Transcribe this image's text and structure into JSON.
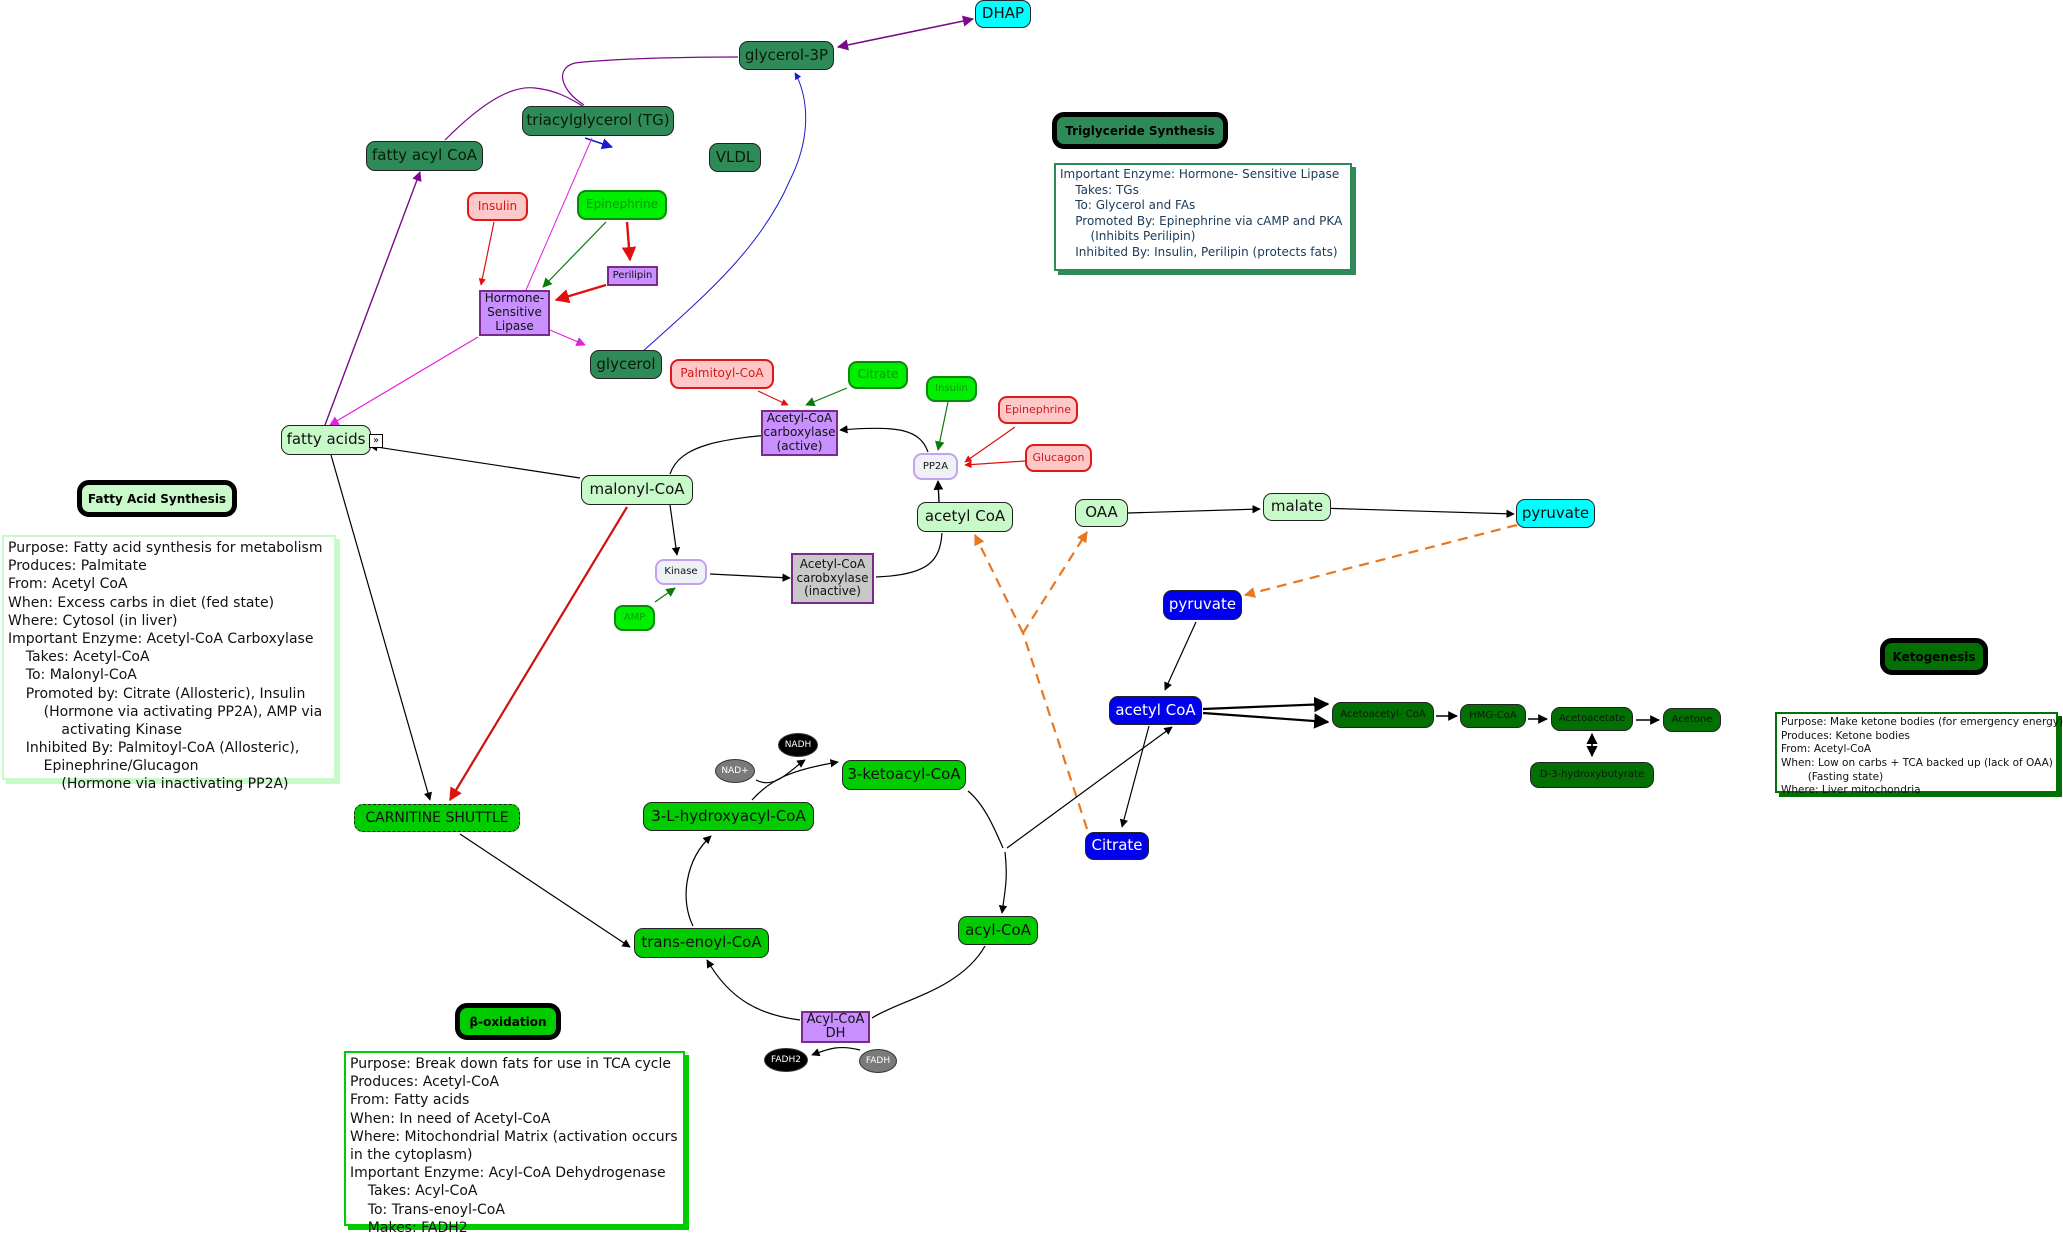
{
  "colors": {
    "dark_green": "#2e8b57",
    "cyan": "#00ffff",
    "pale_green": "#c8f9c8",
    "pink": "#ffc8c8",
    "lime": "#00ee00",
    "purple": "#c890ff",
    "blue": "#0000ee",
    "green": "#00cc00",
    "keto_green": "#037003",
    "orange_dashed": "#e87722"
  },
  "nodes": {
    "dhap": "DHAP",
    "glycerol_3p": "glycerol-3P",
    "triacylglycerol": "triacylglycerol (TG)",
    "fatty_acyl_coa": "fatty acyl CoA",
    "vldl": "VLDL",
    "insulin_hsl": "Insulin",
    "epinephrine_hsl": "Epinephrine",
    "perilipin": "Perilipin",
    "hsl": "Hormone-\nSensitive\nLipase",
    "glycerol": "glycerol",
    "palmitoyl_coa": "Palmitoyl-CoA",
    "citrate_reg": "Citrate",
    "insulin_pp2a": "Insulin",
    "epinephrine_pp2a": "Epinephrine",
    "glucagon": "Glucagon",
    "acc_active": "Acetyl-CoA\ncarboxylase\n(active)",
    "pp2a": "PP2A",
    "fatty_acids": "fatty acids",
    "malonyl_coa": "malonyl-CoA",
    "kinase": "Kinase",
    "amp": "AMP",
    "acc_inactive": "Acetyl-CoA\ncarobxylase\n(inactive)",
    "acetyl_coa_cyto": "acetyl CoA",
    "oaa": "OAA",
    "malate": "malate",
    "pyruvate_cyto": "pyruvate",
    "pyruvate_mito": "pyruvate",
    "acetyl_coa_mito": "acetyl CoA",
    "citrate_mito": "Citrate",
    "acetoacetyl_coa": "Acetoacetyl- CoA",
    "hmg_coa": "HMG-CoA",
    "acetoacetate": "Acetoacetate",
    "acetone": "Acetone",
    "d3_hydroxybutyrate": "D-3-hydroxybutyrate",
    "carnitine_shuttle": "CARNITINE SHUTTLE",
    "nadh": "NADH",
    "nad_plus": "NAD+",
    "ketoacyl_coa": "3-ketoacyl-CoA",
    "hydroxyacyl_coa": "3-L-hydroxyacyl-CoA",
    "acyl_coa": "acyl-CoA",
    "trans_enoyl_coa": "trans-enoyl-CoA",
    "acyl_coa_dh": "Acyl-CoA\nDH",
    "fadh2": "FADH2",
    "fadh": "FADH"
  },
  "sections": {
    "triglyceride": {
      "title": "Triglyceride Synthesis",
      "notes": "Important Enzyme: Hormone- Sensitive Lipase\n    Takes: TGs\n    To: Glycerol and FAs\n    Promoted By: Epinephrine via cAMP and PKA\n        (Inhibits Perilipin)\n    Inhibited By: Insulin, Perilipin (protects fats)"
    },
    "fatty_acid_synthesis": {
      "title": "Fatty Acid Synthesis",
      "notes": "Purpose: Fatty acid synthesis for metabolism\nProduces: Palmitate\nFrom: Acetyl CoA\nWhen: Excess carbs in diet (fed state)\nWhere: Cytosol (in liver)\nImportant Enzyme: Acetyl-CoA Carboxylase\n    Takes: Acetyl-CoA\n    To: Malonyl-CoA\n    Promoted by: Citrate (Allosteric), Insulin\n        (Hormone via activating PP2A), AMP via\n            activating Kinase\n    Inhibited By: Palmitoyl-CoA (Allosteric),\n        Epinephrine/Glucagon\n            (Hormone via inactivating PP2A)"
    },
    "ketogenesis": {
      "title": "Ketogenesis",
      "notes": "Purpose: Make ketone bodies (for emergency energy)\nProduces: Ketone bodies\nFrom: Acetyl-CoA\nWhen: Low on carbs + TCA backed up (lack of OAA)\n        (Fasting state)\nWhere: Liver mitochondria"
    },
    "beta_oxidation": {
      "title": "β-oxidation",
      "notes": "Purpose: Break down fats for use in TCA cycle\nProduces: Acetyl-CoA\nFrom: Fatty acids\nWhen: In need of Acetyl-CoA\nWhere: Mitochondrial Matrix (activation occurs\nin the cytoplasm)\nImportant Enzyme: Acyl-CoA Dehydrogenase\n    Takes: Acyl-CoA\n    To: Trans-enoyl-CoA\n    Makes: FADH2"
    }
  },
  "expand_icon": "»"
}
